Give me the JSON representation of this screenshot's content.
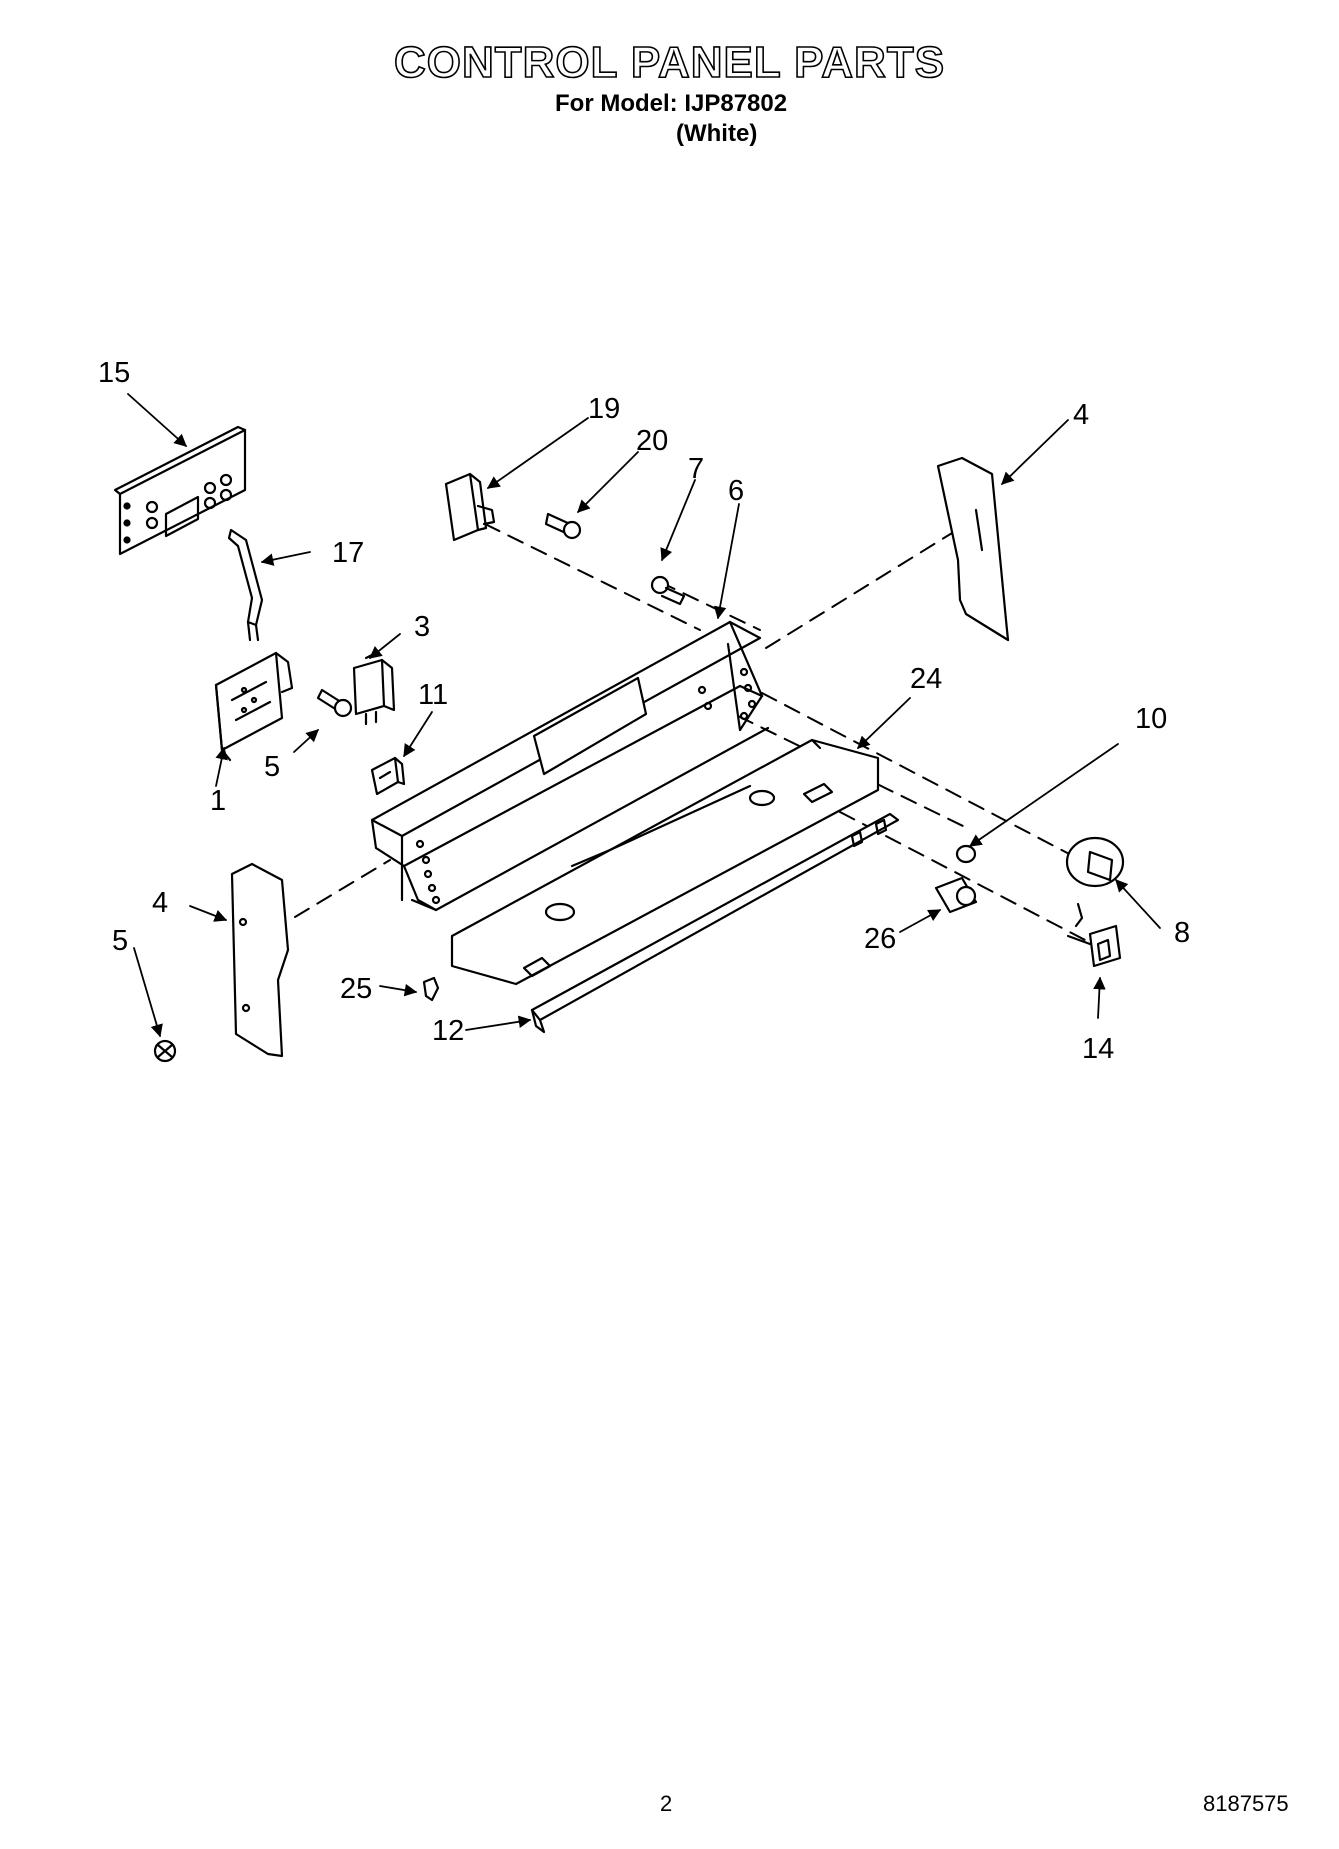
{
  "header": {
    "title": "CONTROL PANEL PARTS",
    "model_line": "For Model: IJP87802",
    "color_line": "(White)"
  },
  "callouts": {
    "c15": "15",
    "c19": "19",
    "c20": "20",
    "c7": "7",
    "c6": "6",
    "c4a": "4",
    "c17": "17",
    "c3": "3",
    "c11": "11",
    "c5a": "5",
    "c1": "1",
    "c24": "24",
    "c10": "10",
    "c4b": "4",
    "c5b": "5",
    "c25": "25",
    "c12": "12",
    "c26": "26",
    "c8": "8",
    "c14": "14"
  },
  "footer": {
    "page": "2",
    "doc_number": "8187575"
  }
}
